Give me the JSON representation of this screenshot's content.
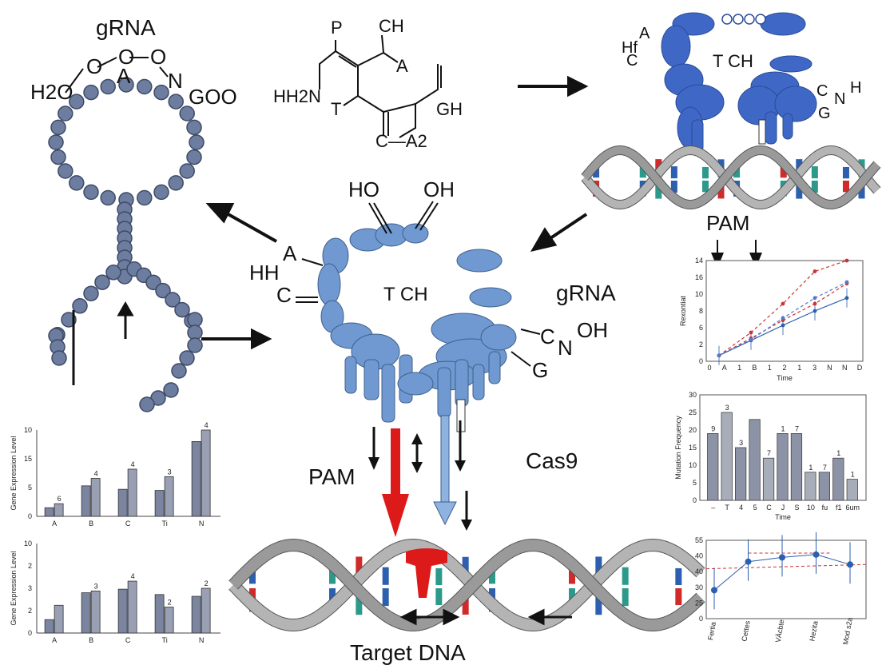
{
  "labels": {
    "grna_top": "gRNA",
    "grna_mid": "gRNA",
    "pam_left": "PAM",
    "pam_right": "PAM",
    "cas9": "Cas9",
    "target_dna": "Target DNA",
    "tch_center": "T CH",
    "tch_top": "T CH"
  },
  "chem_top_left": {
    "h2o": "H2O",
    "o1": "O",
    "o2": "O",
    "o3": "O",
    "a": "A",
    "n": "N",
    "goo": "GOO"
  },
  "chem_top_center": {
    "p": "P",
    "ch": "CH",
    "a": "A",
    "hh2n": "HH2N",
    "t": "T",
    "gh": "GH",
    "c_a2": "C—A2"
  },
  "chem_center": {
    "ho": "HO",
    "oh": "OH",
    "a": "A",
    "hh": "HH",
    "c": "C",
    "c_n_oh": "C",
    "n": "N",
    "oh2": "OH",
    "g": "G"
  },
  "chem_top_right": {
    "a": "A",
    "hf": "Hf",
    "c": "C",
    "c2": "C",
    "n": "N",
    "h": "H",
    "g": "G"
  },
  "colors": {
    "bead": "#6c7da0",
    "bead_dark": "#3e4a66",
    "protein_center": "#6f99d0",
    "protein_top": "#3f68c6",
    "dna_strand": "#8a8a8a",
    "base_blue": "#2c5fb0",
    "base_teal": "#2c9a8a",
    "base_red": "#d12a2a",
    "red_arrow": "#dd1a1a",
    "blue_arrow": "#8fb3e0",
    "bar_gray": "#8c93a6"
  },
  "chart_data": [
    {
      "type": "line",
      "ylabel": "Rexontiat",
      "xlabel": "Time",
      "x_ticks": [
        "0",
        "A",
        "1",
        "B",
        "1",
        "2",
        "1",
        "3",
        "N",
        "N",
        "D"
      ],
      "y_ticks": [
        "0",
        "2",
        "6",
        "8",
        "10",
        "16",
        "14"
      ],
      "ylim": [
        0,
        14
      ],
      "series": [
        {
          "values": [
            0.8,
            2.9,
            5.0,
            7.0,
            8.8
          ]
        },
        {
          "values": [
            0.8,
            3.2,
            5.7,
            8.0,
            10.8
          ]
        },
        {
          "values": [
            0.8,
            4.0,
            8.0,
            12.5,
            14.0
          ]
        },
        {
          "values": [
            0.8,
            3.0,
            6.0,
            8.8,
            11.0
          ]
        }
      ]
    },
    {
      "type": "bar",
      "ylabel": "Mutation Frequency",
      "xlabel": "Time",
      "categories": [
        "–",
        "T",
        "4",
        "5",
        "C",
        "J",
        "S",
        "10",
        "fu",
        "f1",
        "6um"
      ],
      "values": [
        19,
        25,
        15,
        23,
        12,
        19,
        19,
        8,
        8,
        12,
        6
      ],
      "data_labels": [
        "9",
        "3",
        "3",
        "",
        "7",
        "1",
        "7",
        "1",
        "7",
        "1",
        "1"
      ],
      "y_ticks": [
        "0",
        "5",
        "10",
        "15",
        "20",
        "25",
        "30"
      ],
      "ylim": [
        0,
        30
      ]
    },
    {
      "type": "scatter",
      "x_ticks": [
        "Fertia",
        "Cettes",
        "VÄcbte",
        "Hezita",
        "Mod s2a"
      ],
      "y_ticks": [
        "0",
        "25",
        "30",
        "40",
        "40",
        "55"
      ],
      "ylim": [
        0,
        55
      ],
      "points": [
        {
          "x": 0,
          "y": 20
        },
        {
          "x": 1,
          "y": 40
        },
        {
          "x": 2,
          "y": 43
        },
        {
          "x": 3,
          "y": 45
        },
        {
          "x": 4,
          "y": 38
        }
      ]
    },
    {
      "type": "bar",
      "ylabel": "Gene Expression Level",
      "categories": [
        "A",
        "B",
        "C",
        "Ti",
        "N"
      ],
      "y_ticks": [
        "0",
        "5",
        "15",
        "10"
      ],
      "ylim": [
        0,
        15
      ],
      "series": [
        {
          "values": [
            1.5,
            5.3,
            4.7,
            4.5,
            13.0
          ]
        },
        {
          "values": [
            2.2,
            6.6,
            8.2,
            6.9,
            17.0
          ]
        }
      ],
      "data_labels": [
        "6",
        "4",
        "4",
        "3",
        "4"
      ]
    },
    {
      "type": "bar",
      "ylabel": "Gene Expression Level",
      "categories": [
        "A",
        "B",
        "C",
        "Ti",
        "N"
      ],
      "y_ticks": [
        "0",
        "2",
        "3",
        "2",
        "10"
      ],
      "ylim": [
        0,
        10
      ],
      "series": [
        {
          "values": [
            1.5,
            4.5,
            4.9,
            4.3,
            4.1
          ]
        },
        {
          "values": [
            3.1,
            4.7,
            5.8,
            2.9,
            5.0
          ]
        }
      ],
      "data_labels": [
        "",
        "3",
        "4",
        "2",
        "2"
      ]
    }
  ]
}
